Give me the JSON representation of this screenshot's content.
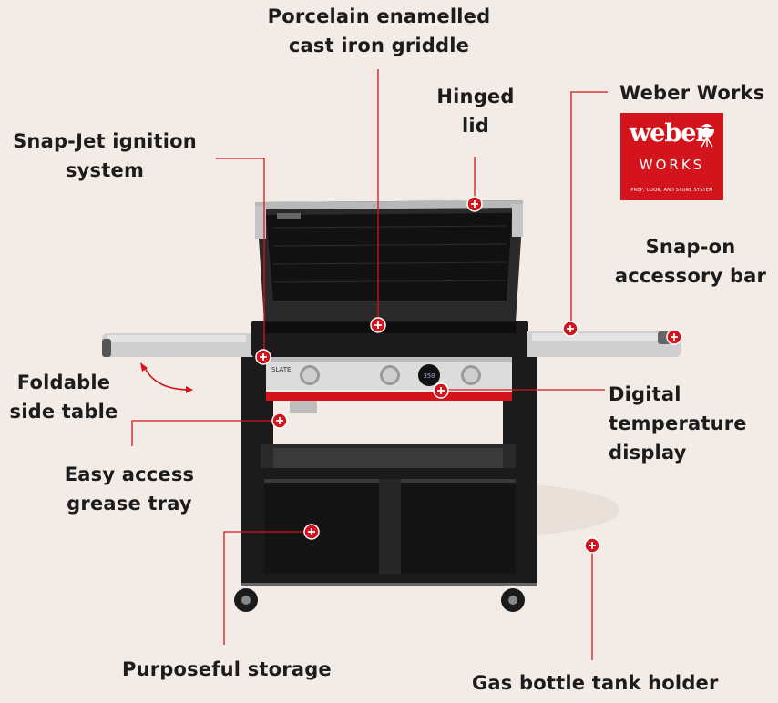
{
  "labels": {
    "griddle": [
      "Porcelain enamelled",
      "cast iron griddle"
    ],
    "lid": [
      "Hinged",
      "lid"
    ],
    "weber_works": [
      "Weber Works"
    ],
    "ignition": [
      "Snap-Jet ignition",
      "system"
    ],
    "accessory_bar": [
      "Snap-on",
      "accessory bar"
    ],
    "side_table": [
      "Foldable",
      "side table"
    ],
    "temp_display": [
      "Digital",
      "temperature",
      "display"
    ],
    "grease_tray": [
      "Easy access",
      "grease tray"
    ],
    "storage": [
      "Purposeful storage"
    ],
    "tank_holder": [
      "Gas bottle tank holder"
    ]
  },
  "logo": {
    "brand": "weber",
    "sub": "WORKS",
    "tagline": "PREP, COOK, AND STORE SYSTEM"
  },
  "grill_badge": "SLATE",
  "display_reading": "350",
  "colors": {
    "background": "#f3ece6",
    "accent_red": "#d4141c",
    "grill_black": "#1b1b1b"
  },
  "hotspot_icon": "plus-circle-icon"
}
